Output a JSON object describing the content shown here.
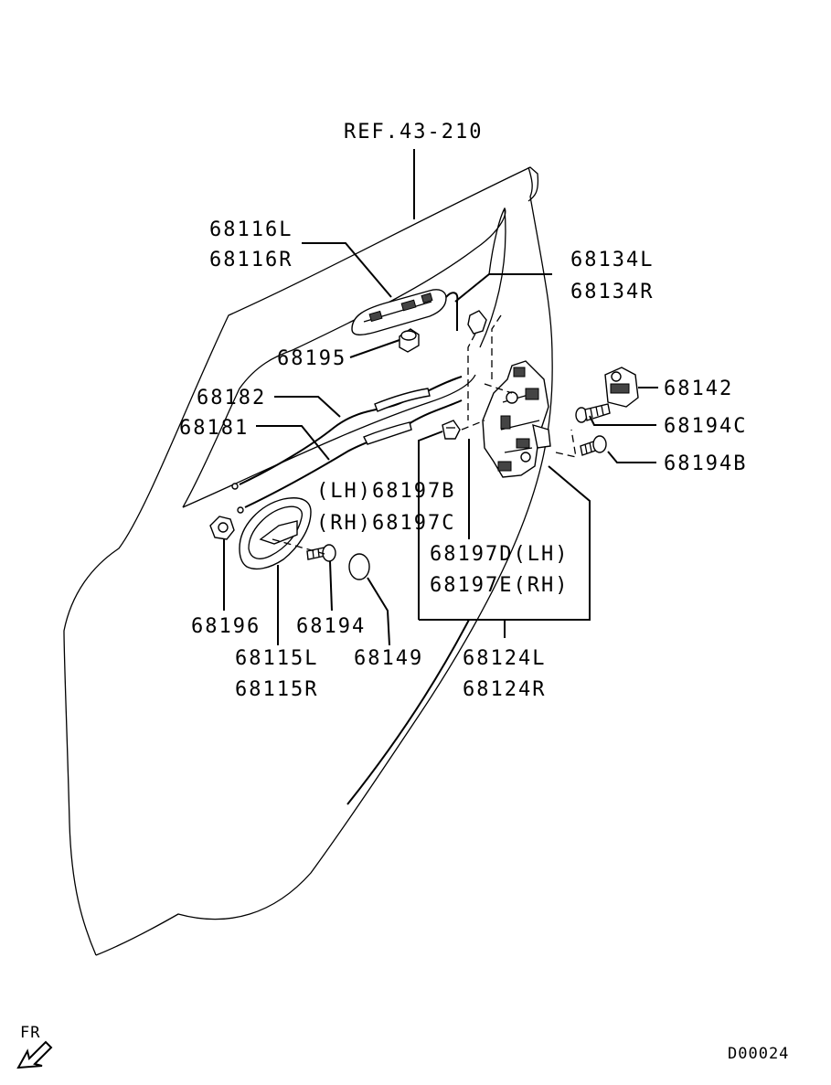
{
  "labels": {
    "ref": "REF.43-210",
    "p68116L": "68116L",
    "p68116R": "68116R",
    "p68134L": "68134L",
    "p68134R": "68134R",
    "p68195": "68195",
    "p68142": "68142",
    "p68182": "68182",
    "p68194C": "68194C",
    "p68181": "68181",
    "p68194B": "68194B",
    "p68197B": "(LH)68197B",
    "p68197C": "(RH)68197C",
    "p68197D": "68197D(LH)",
    "p68197E": "68197E(RH)",
    "p68196": "68196",
    "p68194": "68194",
    "p68115L": "68115L",
    "p68115R": "68115R",
    "p68149": "68149",
    "p68124L": "68124L",
    "p68124R": "68124R"
  },
  "direction": {
    "label": "FR"
  },
  "diagram_code": "D00024"
}
